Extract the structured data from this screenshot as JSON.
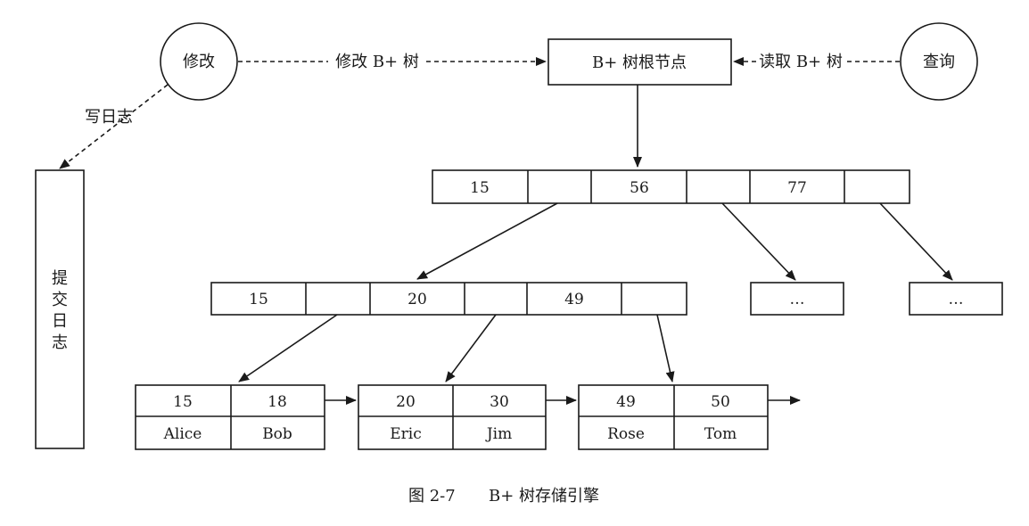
{
  "actors": {
    "modify": "修改",
    "query": "查询"
  },
  "root_node": "B+ 树根节点",
  "edge_labels": {
    "modify_tree": "修改 B+ 树",
    "read_tree": "读取 B+ 树",
    "write_log": "写日志"
  },
  "commit_log": [
    "提",
    "交",
    "日",
    "志"
  ],
  "level1_keys": [
    "15",
    "56",
    "77"
  ],
  "level2_keys": [
    "15",
    "20",
    "49"
  ],
  "ellipsis": "…",
  "leaves": [
    {
      "keys": [
        "15",
        "18"
      ],
      "values": [
        "Alice",
        "Bob"
      ]
    },
    {
      "keys": [
        "20",
        "30"
      ],
      "values": [
        "Eric",
        "Jim"
      ]
    },
    {
      "keys": [
        "49",
        "50"
      ],
      "values": [
        "Rose",
        "Tom"
      ]
    }
  ],
  "caption": {
    "number": "图 2-7",
    "title": "B+ 树存储引擎"
  }
}
